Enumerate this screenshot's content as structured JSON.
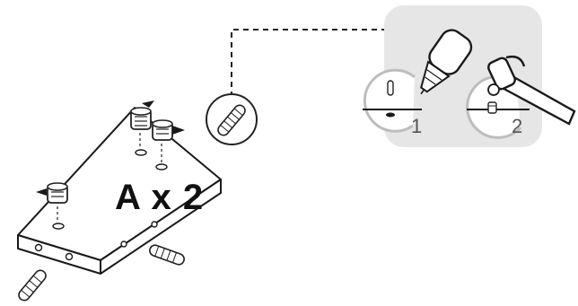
{
  "colors": {
    "detail_panel": "#e6e6e6",
    "line": "#1a1a1a",
    "label": "#111111",
    "step_label": "#555555"
  },
  "icons": [
    "cam-lock-fitting-icon",
    "wooden-dowel-icon",
    "glue-bottle-icon",
    "hammer-icon"
  ],
  "part": {
    "quantity_label": "A x 2"
  },
  "detail": {
    "steps": [
      {
        "number": "1",
        "action": "glue"
      },
      {
        "number": "2",
        "action": "hammer"
      }
    ]
  }
}
